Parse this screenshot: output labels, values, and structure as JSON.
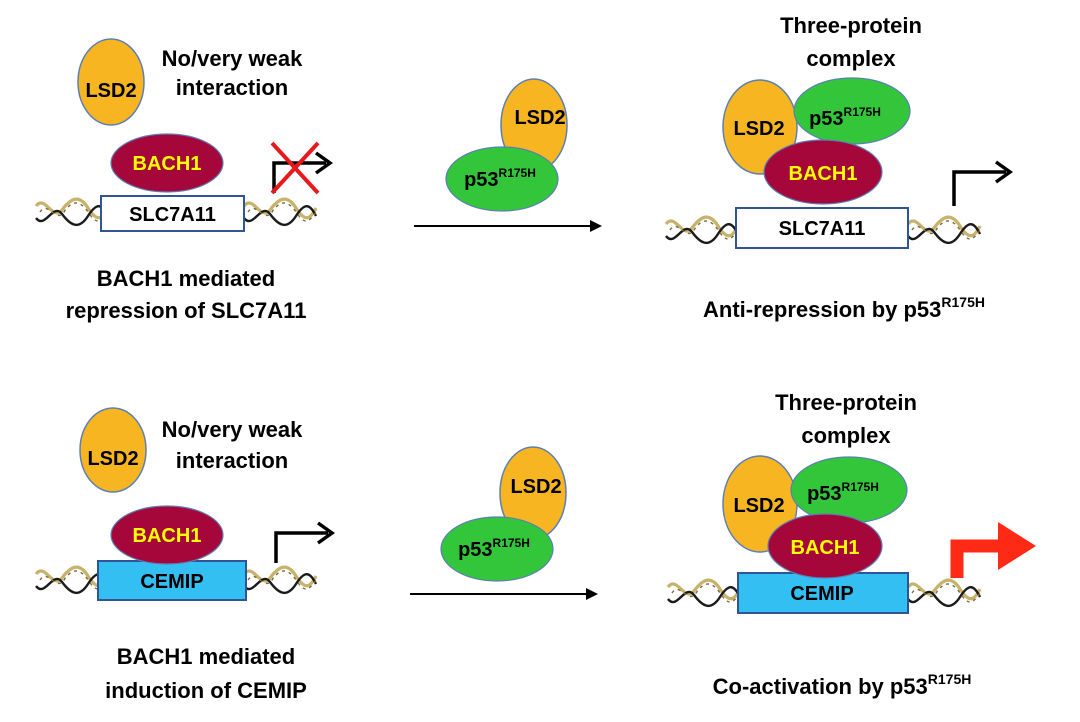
{
  "proteins": {
    "lsd2": "LSD2",
    "bach1": "BACH1",
    "p53_base": "p53",
    "p53_sup": "R175H"
  },
  "genes": {
    "slc7a11": "SLC7A11",
    "cemip": "CEMIP"
  },
  "top_row": {
    "weak_interaction_line1": "No/very weak",
    "weak_interaction_line2": "interaction",
    "left_caption_line1": "BACH1 mediated",
    "left_caption_line2": "repression of SLC7A11",
    "complex_line1": "Three-protein",
    "complex_line2": "complex",
    "right_caption_prefix": "Anti-repression by p53",
    "right_caption_sup": "R175H"
  },
  "bottom_row": {
    "weak_interaction_line1": "No/very weak",
    "weak_interaction_line2": "interaction",
    "left_caption_line1": "BACH1 mediated",
    "left_caption_line2": "induction of CEMIP",
    "complex_line1": "Three-protein",
    "complex_line2": "complex",
    "right_caption_prefix": "Co-activation by p53",
    "right_caption_sup": "R175H"
  },
  "colors": {
    "lsd2_fill": "#F7B521",
    "p53_fill": "#33C63A",
    "bach1_fill": "#A5073B",
    "bach1_text": "#FFFF00",
    "cemip_fill": "#33BFF2",
    "gene_stroke": "#2F5597",
    "repressed_x": "#E8191C",
    "activation_arrow": "#FF2A16",
    "dna_strand": "#C7B26B"
  }
}
